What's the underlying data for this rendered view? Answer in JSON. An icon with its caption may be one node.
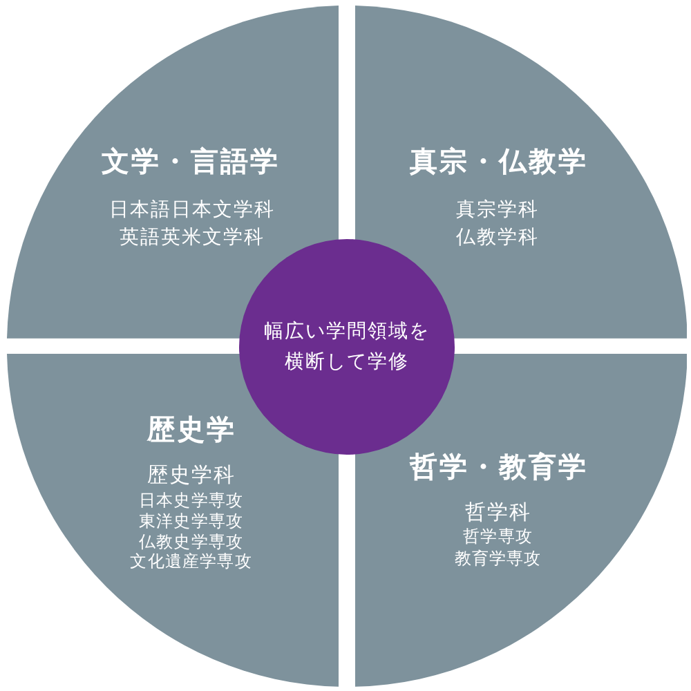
{
  "diagram": {
    "nodes": [
      {
        "text": [
          "文学・言語学",
          "日本語日本文学科",
          "英語英米文学科"
        ]
      },
      {
        "text": [
          "真宗・仏教学",
          "真宗学科",
          "仏教学科"
        ]
      },
      {
        "text": [
          "幅広い学問領域を横断して学修"
        ]
      },
      {
        "text": [
          "歴史学",
          "歴史学科",
          "日本史学専攻",
          "東洋史学専攻",
          "仏教史学専攻",
          "文化遺産学専攻"
        ]
      },
      {
        "text": [
          "哲学・教育学",
          "哲学科",
          "哲学専攻",
          "教育学専攻"
        ]
      }
    ]
  }
}
